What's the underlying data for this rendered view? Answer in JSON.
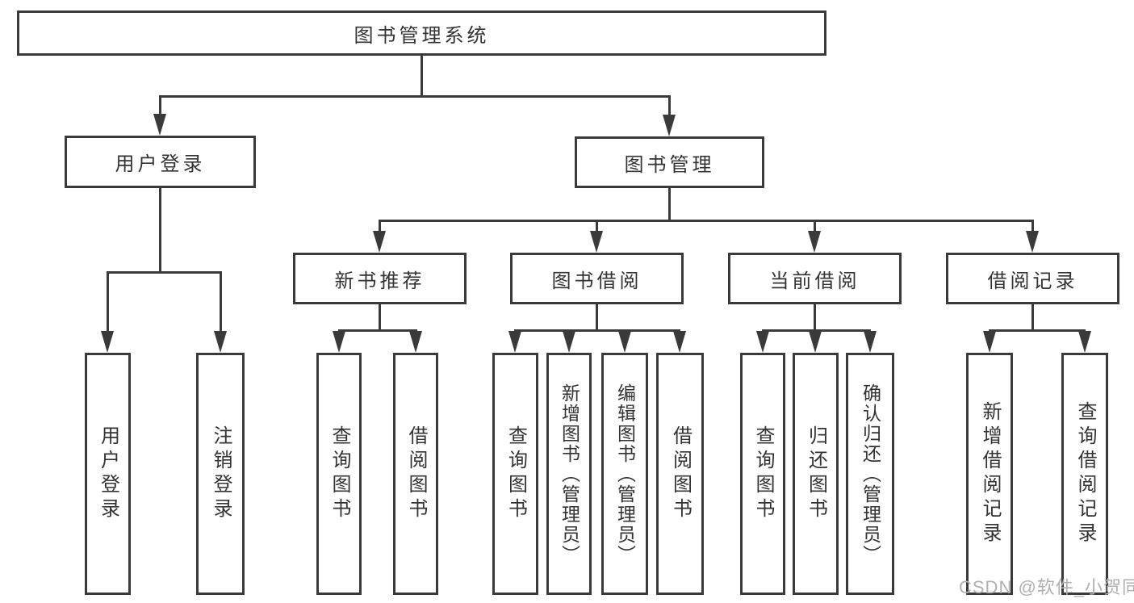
{
  "diagram": {
    "title": "图书管理系统",
    "root": {
      "label": "图书管理系统",
      "children": [
        {
          "label": "用户登录",
          "children": [
            {
              "label": "用户登录"
            },
            {
              "label": "注销登录"
            }
          ]
        },
        {
          "label": "图书管理",
          "children": [
            {
              "label": "新书推荐",
              "children": [
                {
                  "label": "查询图书"
                },
                {
                  "label": "借阅图书"
                }
              ]
            },
            {
              "label": "图书借阅",
              "children": [
                {
                  "label": "查询图书"
                },
                {
                  "label": "新增图书（管理员）"
                },
                {
                  "label": "编辑图书（管理员）"
                },
                {
                  "label": "借阅图书"
                }
              ]
            },
            {
              "label": "当前借阅",
              "children": [
                {
                  "label": "查询图书"
                },
                {
                  "label": "归还图书"
                },
                {
                  "label": "确认归还（管理员）"
                }
              ]
            },
            {
              "label": "借阅记录",
              "children": [
                {
                  "label": "新增借阅记录"
                },
                {
                  "label": "查询借阅记录"
                }
              ]
            }
          ]
        }
      ]
    },
    "watermark": "CSDN @软件_小贺同学",
    "colors": {
      "line": "#3a3a3a",
      "text": "#333333",
      "watermark": "#b0b0b0",
      "background": "#ffffff"
    }
  }
}
